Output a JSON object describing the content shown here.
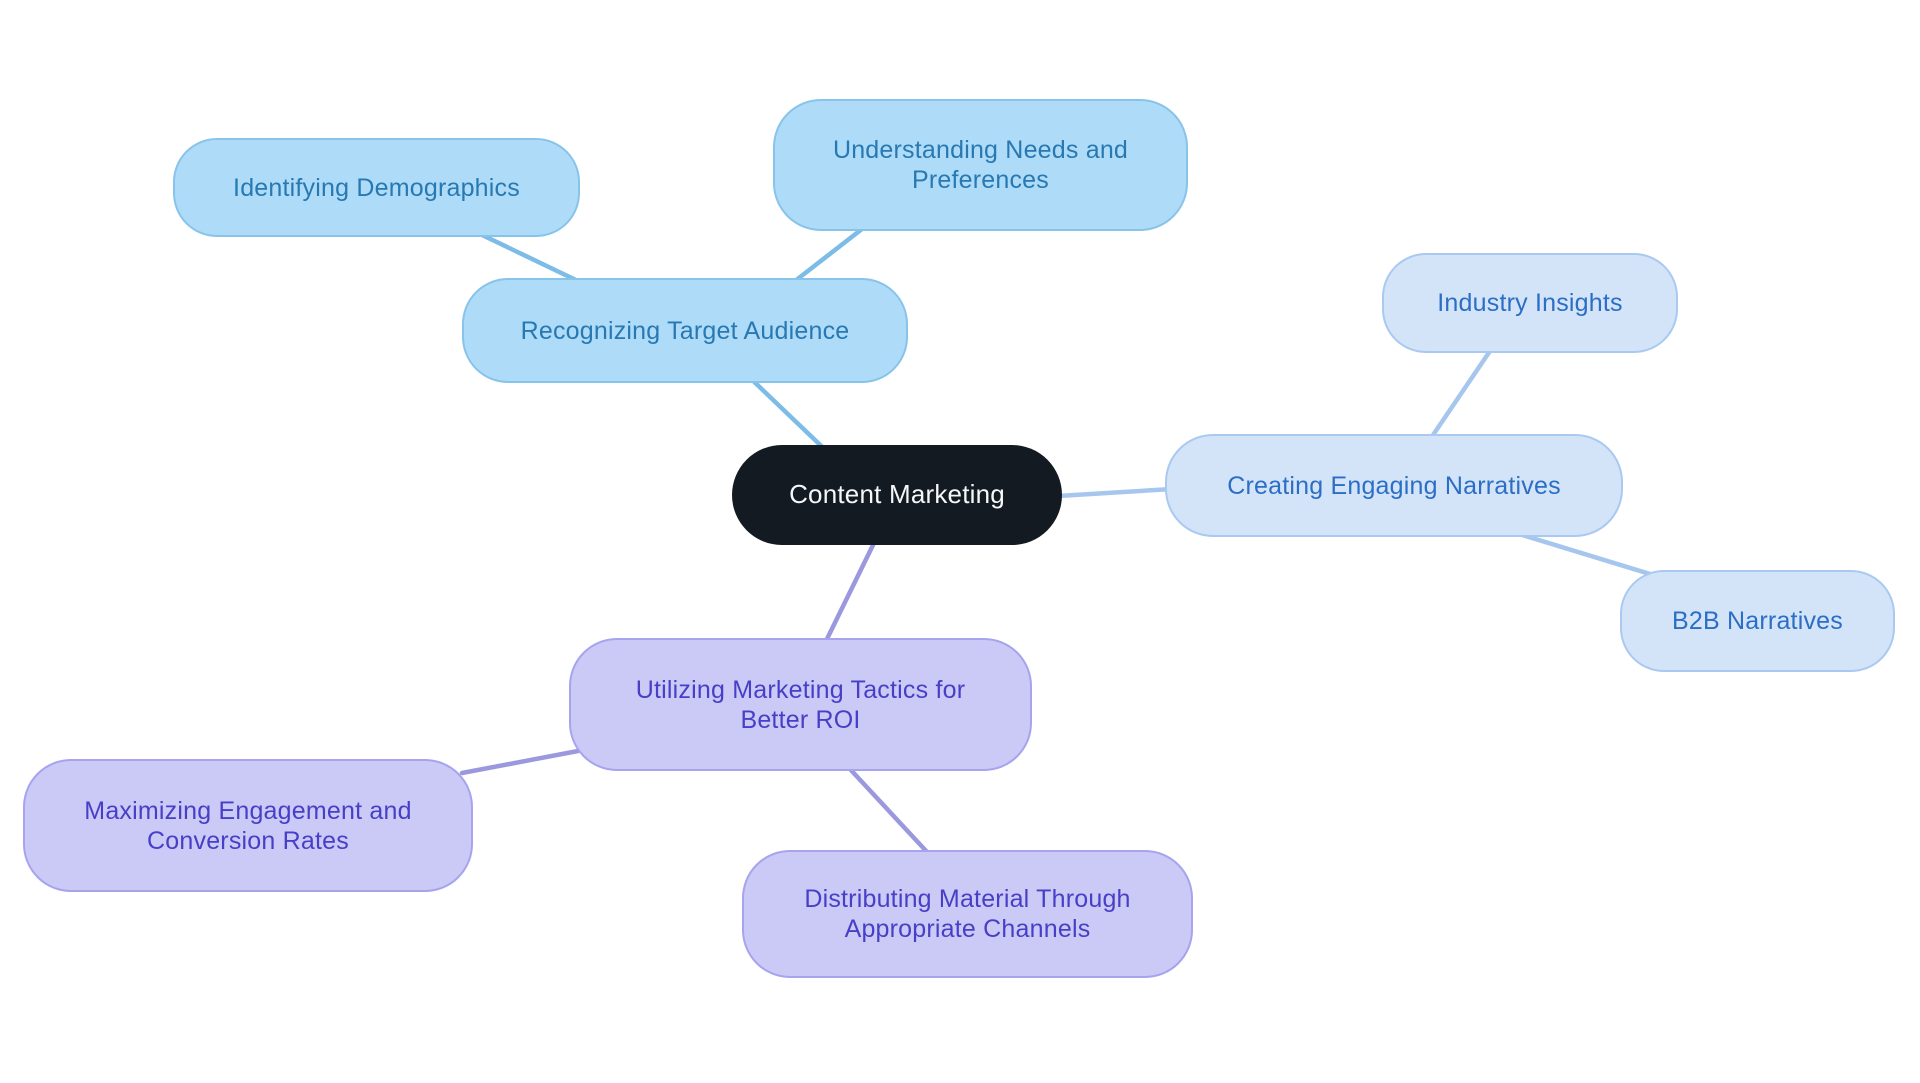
{
  "canvas": {
    "background": "#ffffff"
  },
  "root": {
    "label": "Content Marketing",
    "colors": {
      "fill": "#131a22",
      "text": "#f5f7f9"
    }
  },
  "branches": [
    {
      "name": "recognizing-target-audience",
      "colors": {
        "fill": "#aedcf8",
        "border": "#88c3ea",
        "text": "#2878b2",
        "line": "#7cbce6"
      },
      "topic": {
        "label": "Recognizing Target Audience"
      },
      "subtopics": [
        {
          "label": "Identifying Demographics"
        },
        {
          "label": "Understanding Needs and Preferences"
        }
      ]
    },
    {
      "name": "creating-engaging-narratives",
      "colors": {
        "fill": "#d3e4f9",
        "border": "#a9c9f0",
        "text": "#2b6ec5",
        "line": "#a6c6ee"
      },
      "topic": {
        "label": "Creating Engaging Narratives"
      },
      "subtopics": [
        {
          "label": "Industry Insights"
        },
        {
          "label": "B2B Narratives"
        }
      ]
    },
    {
      "name": "utilizing-marketing-tactics",
      "colors": {
        "fill": "#cbc9f6",
        "border": "#a7a3ed",
        "text": "#483fc7",
        "line": "#9b98de"
      },
      "topic": {
        "label": "Utilizing Marketing Tactics for Better ROI"
      },
      "subtopics": [
        {
          "label": "Maximizing Engagement and Conversion Rates"
        },
        {
          "label": "Distributing Material Through Appropriate Channels"
        }
      ]
    }
  ]
}
